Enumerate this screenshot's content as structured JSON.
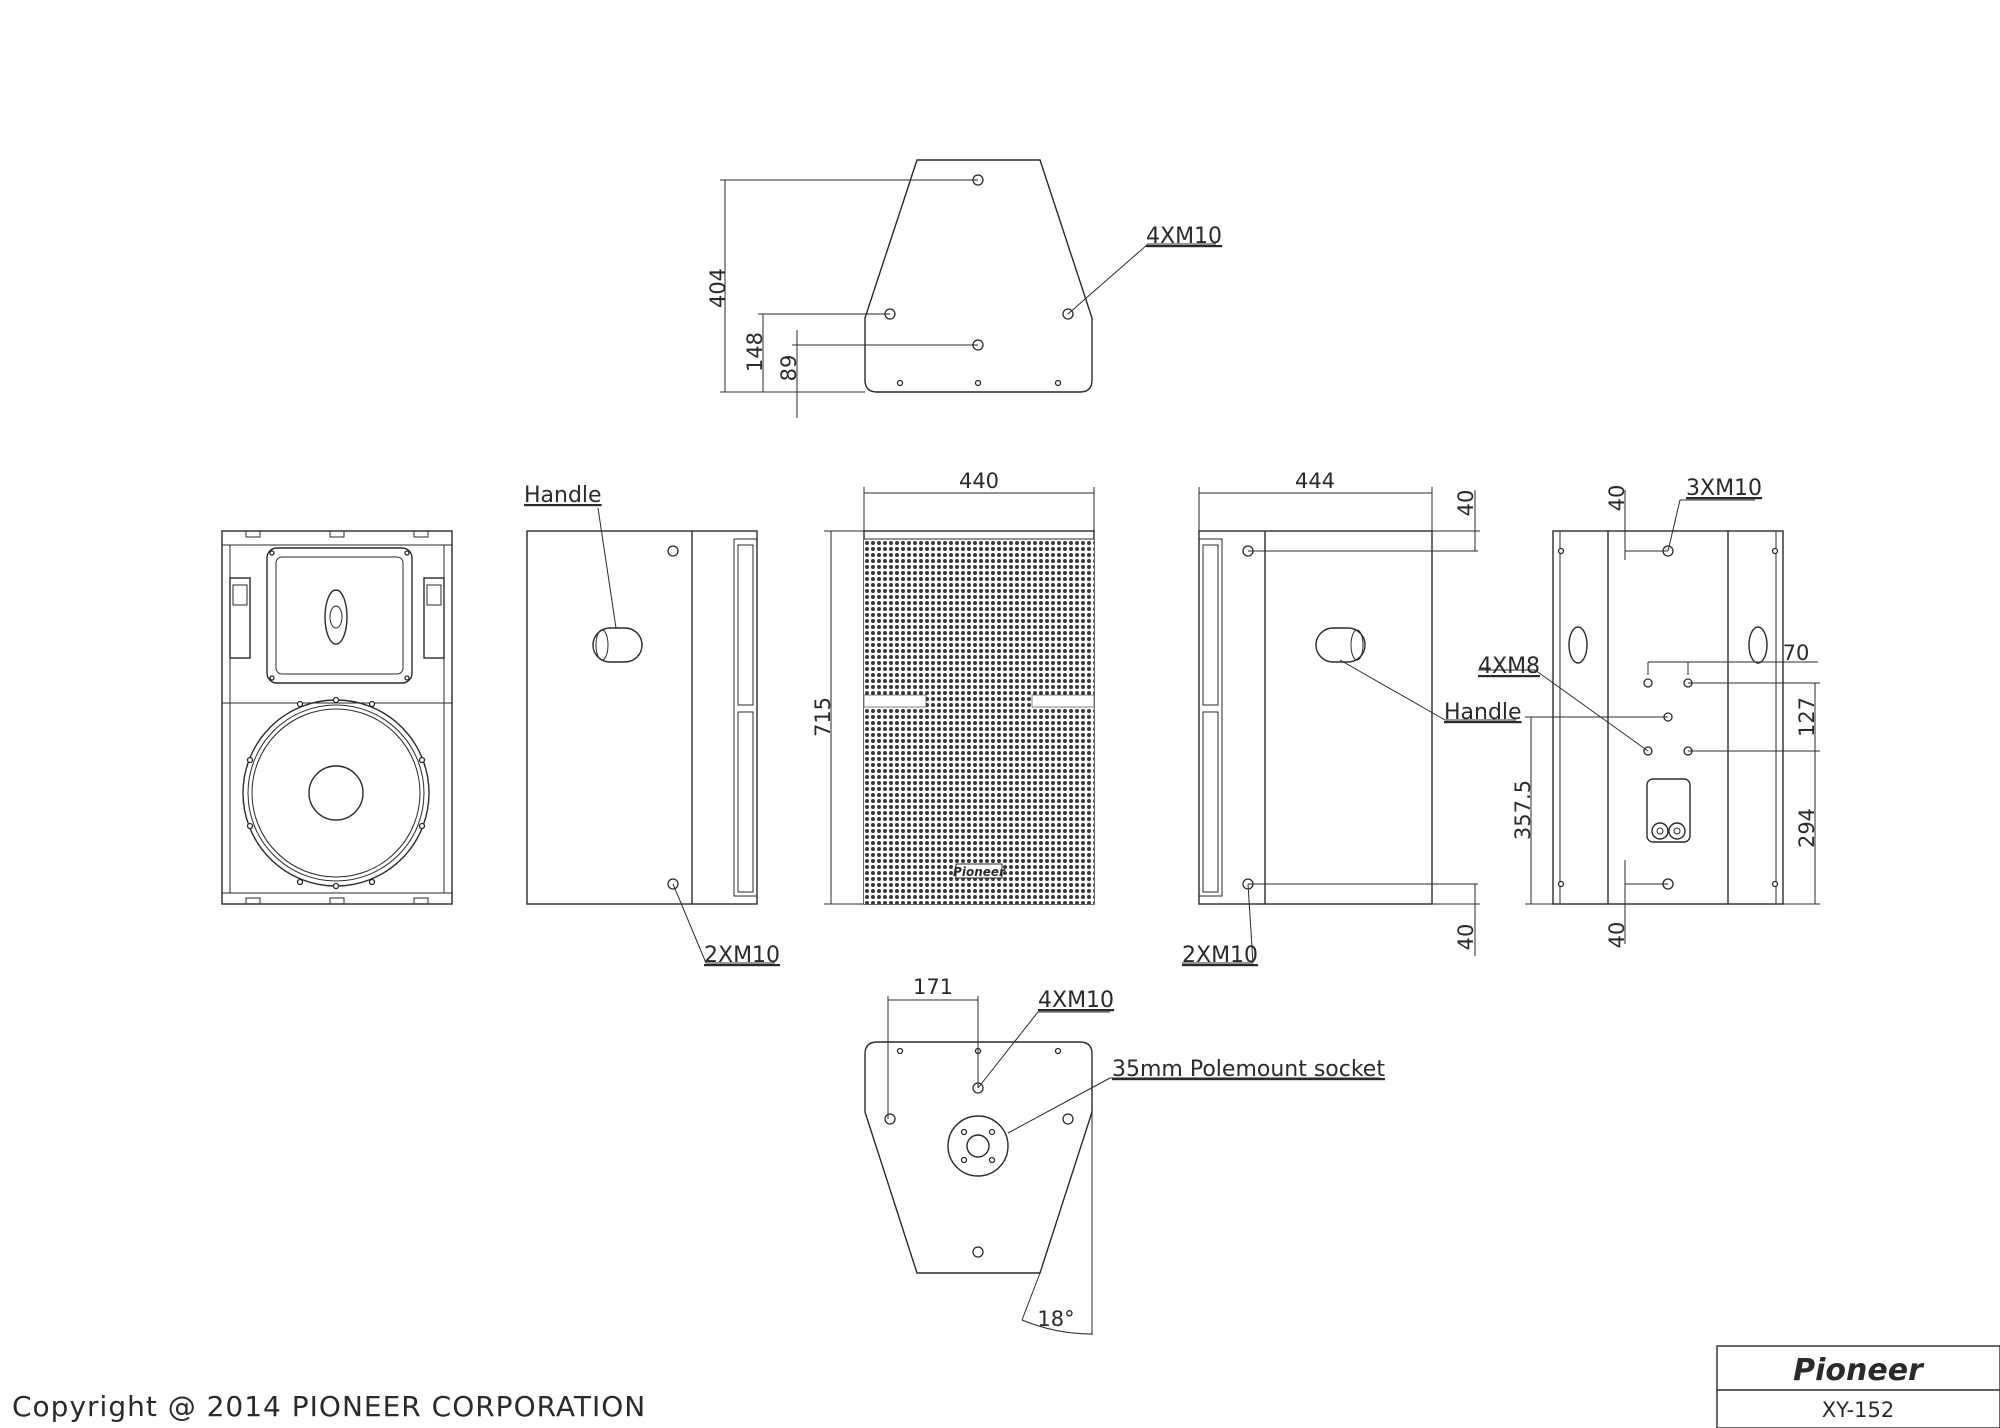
{
  "dimensions": {
    "top_height": "404",
    "top_148": "148",
    "top_89": "89",
    "side_width": "440",
    "front_height": "715",
    "side2_width": "444",
    "side2_top": "40",
    "side2_bottom": "40",
    "rear_top": "40",
    "rear_bottom": "40",
    "rear_70": "70",
    "rear_127": "127",
    "rear_294": "294",
    "rear_357": "357.5",
    "bottom_171": "171",
    "bottom_angle": "18°"
  },
  "callouts": {
    "top_m10": "4XM10",
    "handle_left": "Handle",
    "left_m10": "2XM10",
    "right_m10": "2XM10",
    "handle_right": "Handle",
    "rear_m10": "3XM10",
    "rear_m8": "4XM8",
    "bottom_m10": "4XM10",
    "polemount": "35mm Polemount socket"
  },
  "footer": {
    "copyright": "Copyright @ 2014 PIONEER CORPORATION",
    "brand": "Pioneer",
    "model": "XY-152"
  }
}
